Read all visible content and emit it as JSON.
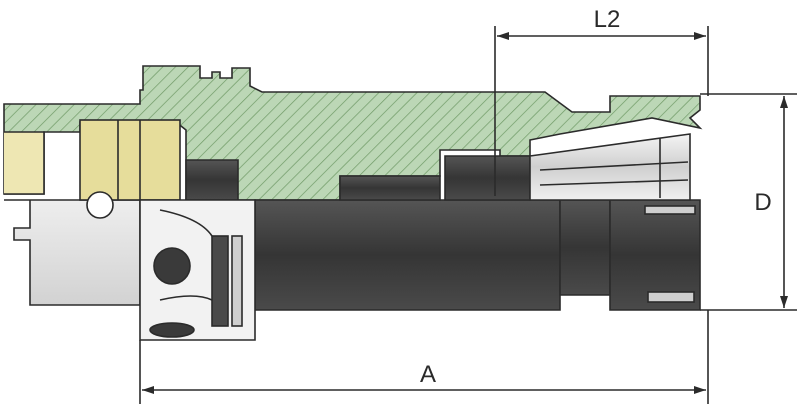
{
  "labels": {
    "a": "A",
    "l2": "L2",
    "d": "D"
  },
  "colors": {
    "section_fill": "#bcd7b6",
    "hatch": "#6f9a66",
    "drive_key": "#e6dd9b",
    "body_dark": "#3c3c3c",
    "steel_light": "#d5d5d5",
    "line": "#2b2b2b"
  }
}
